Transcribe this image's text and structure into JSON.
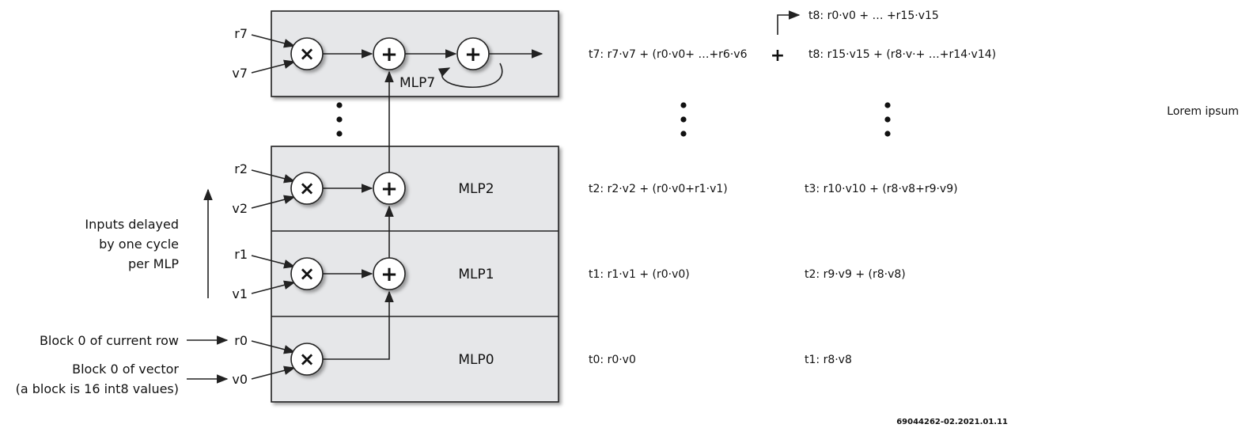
{
  "left_labels": {
    "inputs_delayed": [
      "Inputs delayed",
      "by one cycle",
      "per MLP"
    ],
    "block0_row": "Block 0 of current row",
    "block0_vector_1": "Block 0 of vector",
    "block0_vector_2": "(a block is 16 int8 values)"
  },
  "inputs": {
    "r7": "r7",
    "v7": "v7",
    "r2": "r2",
    "v2": "v2",
    "r1": "r1",
    "v1": "v1",
    "r0": "r0",
    "v0": "v0"
  },
  "mlp_labels": {
    "mlp7": "MLP7",
    "mlp2": "MLP2",
    "mlp1": "MLP1",
    "mlp0": "MLP0"
  },
  "operators": {
    "multiply": "×",
    "add": "+"
  },
  "equations_col1": {
    "t7": "t7: r7·v7 + (r0·v0+ …+r6·v6",
    "t2": "t2: r2·v2 + (r0·v0+r1·v1)",
    "t1": "t1: r1·v1 + (r0·v0)",
    "t0": "t0: r0·v0"
  },
  "plus_between": "+",
  "equations_col2": {
    "t8_top": "t8: r0·v0 + … +r15·v15",
    "t8": "t8: r15·v15 + (r8·v·+ …+r14·v14)",
    "t3": "t3: r10·v10 + (r8·v8+r9·v9)",
    "t2": "t2: r9·v9 + (r8·v8)",
    "t1": "t1: r8·v8"
  },
  "side_note": "Lorem ipsum",
  "figure_id": "69044262-02.2021.01.11"
}
